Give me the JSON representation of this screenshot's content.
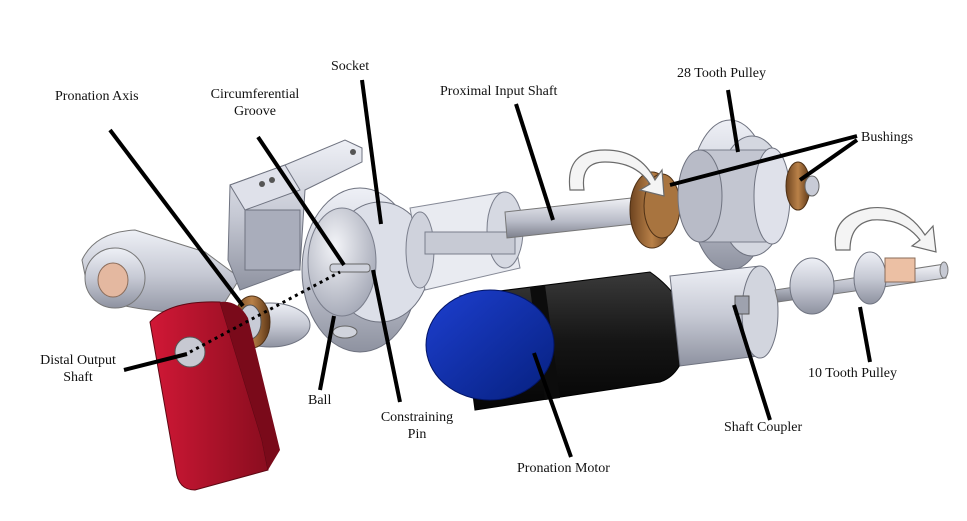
{
  "labels": {
    "pronation_axis": "Pronation Axis",
    "circumferential_groove_1": "Circumferential",
    "circumferential_groove_2": "Groove",
    "socket": "Socket",
    "proximal_input_shaft": "Proximal Input Shaft",
    "pulley_28": "28 Tooth Pulley",
    "bushings": "Bushings",
    "distal_output_shaft_1": "Distal Output",
    "distal_output_shaft_2": "Shaft",
    "ball": "Ball",
    "constraining_pin_1": "Constraining",
    "constraining_pin_2": "Pin",
    "pronation_motor": "Pronation Motor",
    "shaft_coupler": "Shaft Coupler",
    "pulley_10": "10 Tooth Pulley"
  },
  "colors": {
    "leader": "#000000",
    "gray_part": "#c9cbd6",
    "red_part": "#b3122a",
    "motor_blue": "#0a2a9c",
    "motor_black": "#161616",
    "bronze": "#9c6a3a",
    "copper": "#e2b59a"
  }
}
